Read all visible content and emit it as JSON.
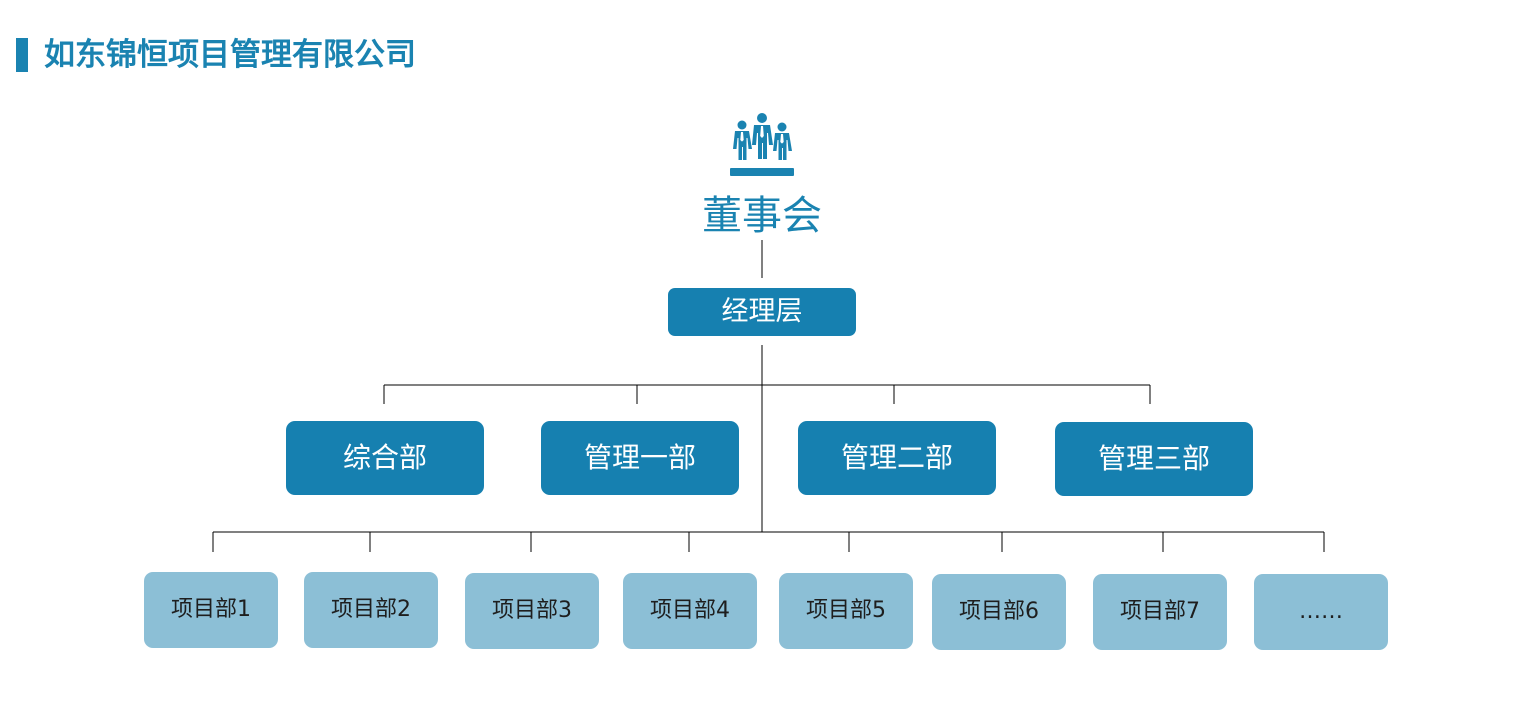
{
  "header": {
    "title": "如东锦恒项目管理有限公司",
    "accent_color": "#1a83b1"
  },
  "org_chart": {
    "board": {
      "label": "董事会",
      "icon": "people-group-icon"
    },
    "management": {
      "label": "经理层"
    },
    "departments": [
      {
        "label": "综合部"
      },
      {
        "label": "管理一部"
      },
      {
        "label": "管理二部"
      },
      {
        "label": "管理三部"
      }
    ],
    "projects": [
      {
        "label": "项目部1"
      },
      {
        "label": "项目部2"
      },
      {
        "label": "项目部3"
      },
      {
        "label": "项目部4"
      },
      {
        "label": "项目部5"
      },
      {
        "label": "项目部6"
      },
      {
        "label": "项目部7"
      },
      {
        "label": "……"
      }
    ],
    "colors": {
      "dark_box": "#1680b0",
      "light_box": "#8cbfd6",
      "line": "#000000"
    }
  }
}
